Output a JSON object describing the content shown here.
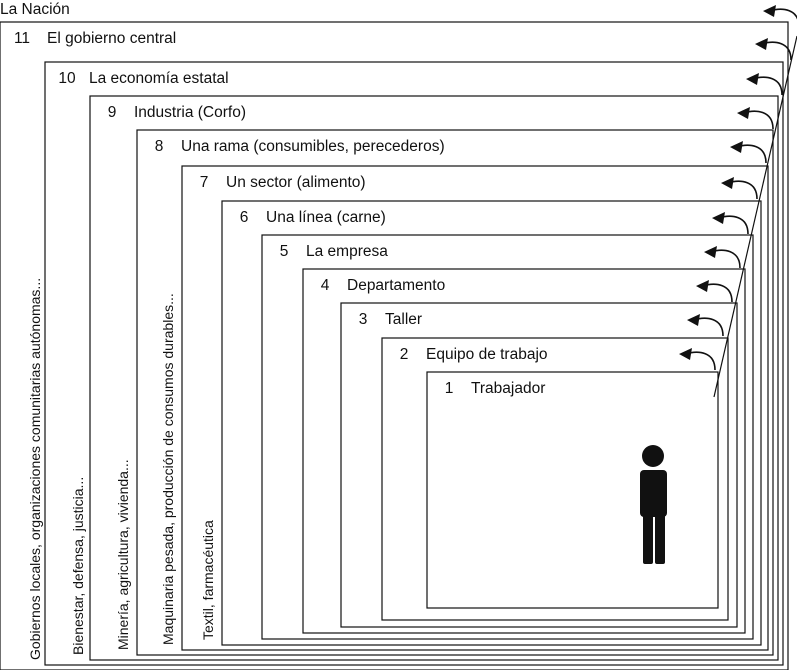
{
  "diagram": {
    "top_label": "La Nación",
    "levels": [
      {
        "number": "11",
        "name": "El gobierno central",
        "side": "Gobiernos locales, organizaciones comunitarias autónomas..."
      },
      {
        "number": "10",
        "name": "La economía estatal",
        "side": "Bienestar, defensa, justicia..."
      },
      {
        "number": "9",
        "name": "Industria (Corfo)",
        "side": "Minería, agricultura, vivienda..."
      },
      {
        "number": "8",
        "name": "Una rama (consumibles, perecederos)",
        "side": "Maquinaria pesada, producción de consumos durables..."
      },
      {
        "number": "7",
        "name": "Un sector (alimento)",
        "side": "Textil, farmacéutica"
      },
      {
        "number": "6",
        "name": "Una línea (carne)",
        "side": ""
      },
      {
        "number": "5",
        "name": "La empresa",
        "side": ""
      },
      {
        "number": "4",
        "name": "Departamento",
        "side": ""
      },
      {
        "number": "3",
        "name": "Taller",
        "side": ""
      },
      {
        "number": "2",
        "name": "Equipo de trabajo",
        "side": ""
      },
      {
        "number": "1",
        "name": "Trabajador",
        "side": ""
      }
    ],
    "person_icon": "person-icon",
    "arrow_icon": "curved-arrow-icon",
    "line_color": "#111111",
    "figure_color": "#111111"
  }
}
